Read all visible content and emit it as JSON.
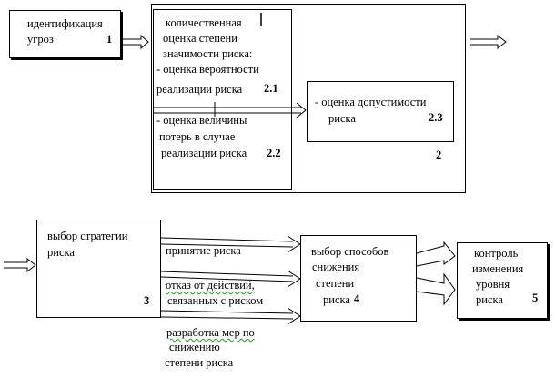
{
  "threats": {
    "line1": "идентификация",
    "line2": "угроз",
    "num": "1"
  },
  "risk_assessment": {
    "num": "2",
    "quant": {
      "line1": "количественная",
      "line2": "оценка степени",
      "line3": "значимости риска:",
      "line4": "- оценка вероятности",
      "line5": "реализации риска",
      "num1": "2.1",
      "line6": "- оценка величины",
      "line7": "потерь в случае",
      "line8": "реализации риска",
      "num2": "2.2"
    },
    "admissibility": {
      "line1": "- оценка допустимости",
      "line2": "риска",
      "num": "2.3"
    }
  },
  "strategy": {
    "line1": "выбор стратегии",
    "line2": "риска",
    "num": "3"
  },
  "options": {
    "accept": "принятие риска",
    "refuse1": "отказ от действий,",
    "refuse2": "связанных с риском",
    "develop1": "разработка мер по",
    "develop2": "снижению",
    "develop3": "степени риска"
  },
  "reduction": {
    "line1": "выбор способов",
    "line2": "снижения",
    "line3": "степени",
    "line4": "риска",
    "num": "4"
  },
  "control": {
    "line1": "контроль",
    "line2": "изменения",
    "line3": "уровня",
    "line4": "риска",
    "num": "5"
  }
}
